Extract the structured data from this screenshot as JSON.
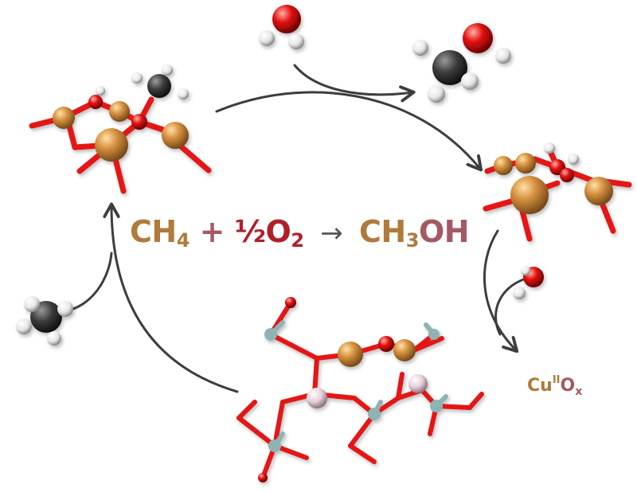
{
  "equation": {
    "ch4_c": "CH",
    "ch4_sub": "4",
    "plus": "+",
    "half": "½O",
    "o2_sub": "2",
    "arrow": "→",
    "meoh_c": "CH",
    "meoh_sub": "3",
    "meoh_oh": "OH"
  },
  "product_label": {
    "cu": "Cu",
    "sup": "II",
    "o": "O",
    "sub": "x"
  },
  "colors": {
    "copper_text": "#b07a3a",
    "oxygen_text": "#b0202a",
    "label_pink": "#a35a63",
    "copper_atom": "#d6913f",
    "oxygen_atom": "#e41212",
    "hydrogen_atom": "#f2f2f2",
    "carbon_atom": "#3c3c3c",
    "silicon_atom": "#8fb3b3",
    "aluminum_atom": "#e6cfd8",
    "arrow": "#3d3d3d"
  }
}
